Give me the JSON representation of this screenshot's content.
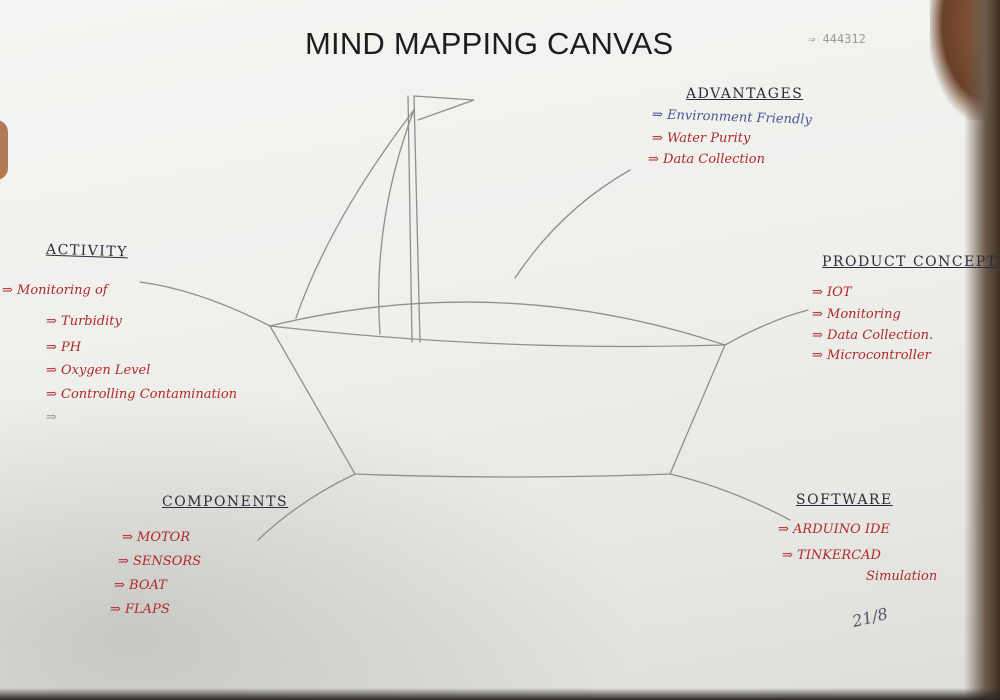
{
  "title": "MIND MAPPING CANVAS",
  "serial": "⇒ 444312",
  "colors": {
    "paper": "#f0f0ee",
    "ink_red": "#b02a2a",
    "ink_blue": "#4a5590",
    "pencil": "#8a8a8a"
  },
  "branches": {
    "advantages": {
      "heading": "ADVANTAGES",
      "items": [
        "⇒ Environment Friendly",
        "⇒ Water Purity",
        "⇒ Data Collection"
      ]
    },
    "activity": {
      "heading": "ACTIVITY",
      "intro": "⇒ Monitoring of",
      "items": [
        "⇒ Turbidity",
        "⇒ PH",
        "⇒ Oxygen Level",
        "⇒ Controlling Contamination",
        "⇒"
      ]
    },
    "product_concept": {
      "heading": "PRODUCT CONCEPT",
      "items": [
        "⇒ IOT",
        "⇒ Monitoring",
        "⇒ Data Collection.",
        "⇒ Microcontroller"
      ]
    },
    "components": {
      "heading": "COMPONENTS",
      "items": [
        "⇒ MOTOR",
        "⇒ SENSORS",
        "⇒ BOAT",
        "⇒ FLAPS"
      ]
    },
    "software": {
      "heading": "SOFTWARE",
      "items": [
        "⇒ ARDUINO IDE",
        "⇒ TINKERCAD",
        "Simulation"
      ]
    }
  },
  "signature": "21/8"
}
